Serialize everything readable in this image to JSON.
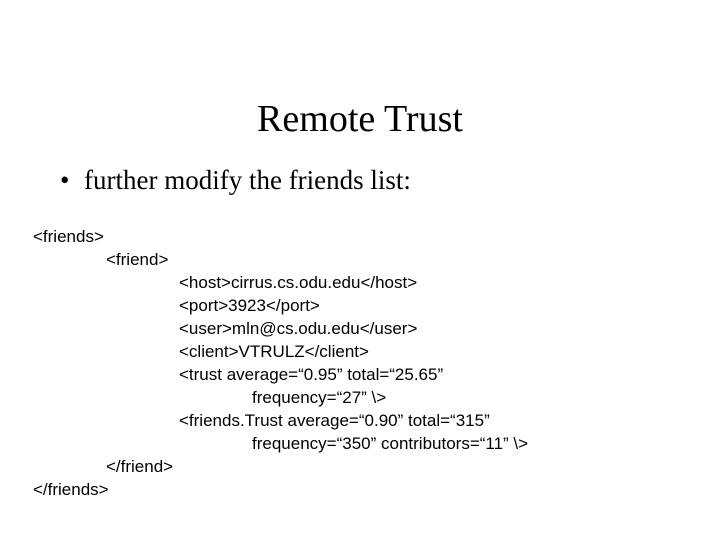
{
  "slide": {
    "title": "Remote Trust",
    "background_color": "#ffffff",
    "text_color": "#000000"
  },
  "bullets": [
    {
      "marker": "•",
      "text": "further modify the friends list:"
    }
  ],
  "code_block": {
    "language": "xml",
    "lines": [
      {
        "indent": 0,
        "text": "<friends>"
      },
      {
        "indent": 1,
        "text": "<friend>"
      },
      {
        "indent": 2,
        "text": "<host>cirrus.cs.odu.edu</host>"
      },
      {
        "indent": 2,
        "text": "<port>3923</port>"
      },
      {
        "indent": 2,
        "text": "<user>mln@cs.odu.edu</user>"
      },
      {
        "indent": 2,
        "text": "<client>VTRULZ</client>"
      },
      {
        "indent": 2,
        "text": "<trust average=“0.95” total=“25.65”"
      },
      {
        "indent": 3,
        "text": "frequency=“27” \\>"
      },
      {
        "indent": 2,
        "text": "<friends.Trust average=“0.90” total=“315”"
      },
      {
        "indent": 3,
        "text": "frequency=“350” contributors=“11” \\>"
      },
      {
        "indent": 1,
        "text": "</friend>"
      },
      {
        "indent": 0,
        "text": "</friends>"
      }
    ]
  }
}
